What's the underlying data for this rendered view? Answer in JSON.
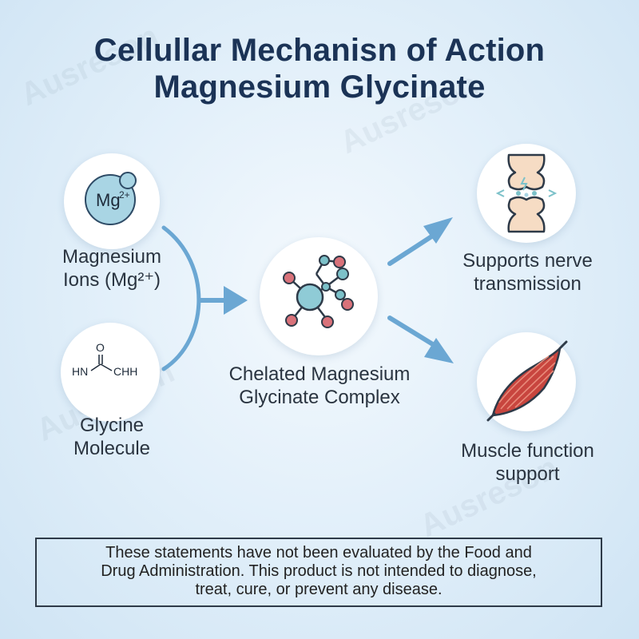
{
  "title": {
    "line1": "Cellullar Mechanisn of Action",
    "line2": "Magnesium Glycinate"
  },
  "inputs": {
    "magnesium": {
      "icon_text": "Mg",
      "icon_sup": "2+",
      "label_line1": "Magnesium",
      "label_line2": "Ions (Mg²⁺)"
    },
    "glycine": {
      "structure_o": "O",
      "structure_left": "HN",
      "structure_right": "CHH",
      "label_line1": "Glycine",
      "label_line2": "Molecule"
    }
  },
  "complex": {
    "label_line1": "Chelated Magnesium",
    "label_line2": "Glycinate Complex"
  },
  "outputs": {
    "nerve": {
      "label_line1": "Supports nerve",
      "label_line2": "transmission"
    },
    "muscle": {
      "label_line1": "Muscle function",
      "label_line2": "support"
    }
  },
  "disclaimer": {
    "line1": "These statements have not been evaluated by the Food and",
    "line2": "Drug Administration. This product is not intended to diagnose,",
    "line3": "treat, cure, or prevent any disease."
  },
  "watermark": "Ausreson",
  "colors": {
    "title": "#1b3356",
    "arrow": "#6ba7d3",
    "mg_fill": "#a9d5e4",
    "atom_red": "#d9727a",
    "atom_teal": "#7cc1c9",
    "muscle": "#c8453e"
  }
}
